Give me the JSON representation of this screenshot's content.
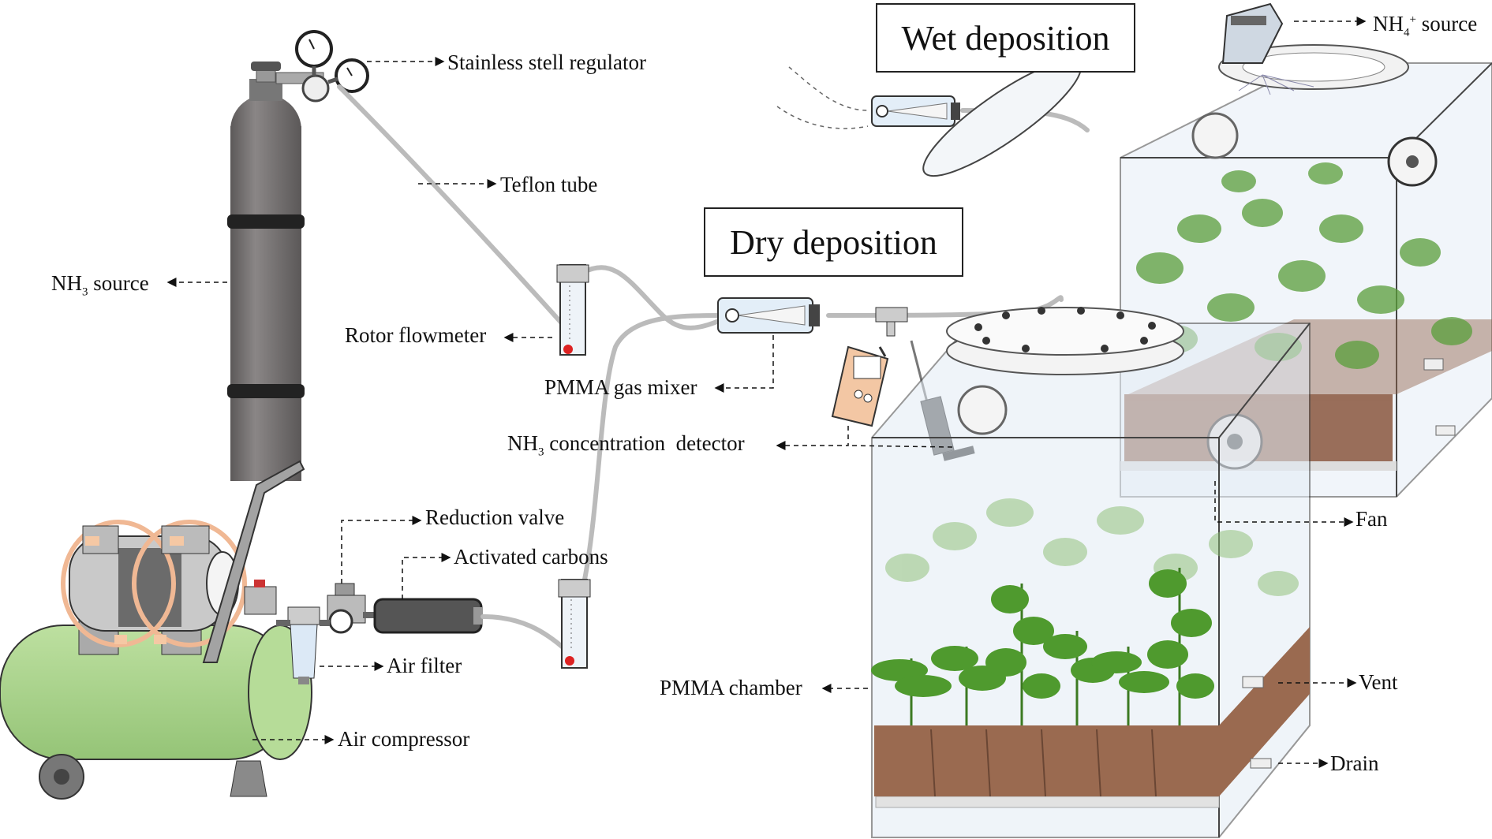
{
  "titles": {
    "wet": "Wet deposition",
    "dry": "Dry deposition"
  },
  "labels": {
    "regulator": "Stainless stell regulator",
    "teflon": "Teflon tube",
    "nh3_source_pre": "NH",
    "nh3_source_sub": "3",
    "nh3_source_post": " source",
    "rotor": "Rotor flowmeter",
    "mixer": "PMMA gas mixer",
    "detector_pre": "NH",
    "detector_sub": "3",
    "detector_post": " concentration  detector",
    "reduction": "Reduction valve",
    "carbons": "Activated carbons",
    "filter": "Air filter",
    "compressor": "Air compressor",
    "nh4_pre": "NH",
    "nh4_sub": "4",
    "nh4_sup": "+",
    "nh4_post": " source",
    "fan": "Fan",
    "chamber": "PMMA chamber",
    "vent": "Vent",
    "drain": "Drain"
  },
  "colors": {
    "cylinder": "#6f6b6b",
    "compressor_tank": "#a9d28b",
    "chamber_glass": "#dfe9f3",
    "soil": "#9b6b52",
    "plant": "#5a9e3a"
  }
}
